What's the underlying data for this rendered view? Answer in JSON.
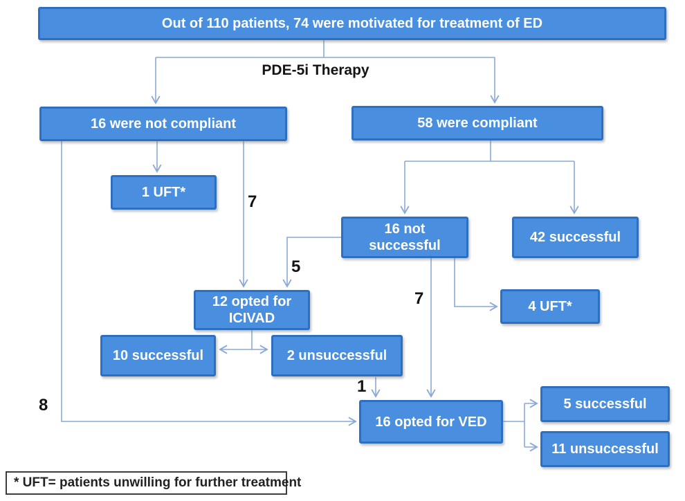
{
  "nodes": {
    "root": {
      "label": "Out of 110 patients, 74 were motivated for treatment of ED"
    },
    "therapy": {
      "label": "PDE-5i Therapy"
    },
    "not_compliant": {
      "label": "16 were not compliant"
    },
    "compliant": {
      "label": "58 were compliant"
    },
    "uft_1": {
      "label": "1 UFT*"
    },
    "not_successful_16": {
      "label": "16 not successful"
    },
    "successful_42": {
      "label": "42 successful"
    },
    "uft_4": {
      "label": "4 UFT*"
    },
    "icivad": {
      "label": "12 opted for ICIVAD"
    },
    "successful_10": {
      "label": "10 successful"
    },
    "unsuccessful_2": {
      "label": "2 unsuccessful"
    },
    "ved": {
      "label": "16 opted for VED"
    },
    "successful_5": {
      "label": "5 successful"
    },
    "unsuccessful_11": {
      "label": "11 unsuccessful"
    }
  },
  "edge_labels": {
    "not_compliant_to_icivad": "7",
    "not_successful_to_icivad": "5",
    "not_successful_to_ved": "7",
    "unsuccessful_2_to_ved": "1",
    "not_compliant_to_ved": "8"
  },
  "footnote": "* UFT= patients unwilling for further treatment",
  "colors": {
    "box_fill": "#4a8ee0",
    "box_border": "#2d6fc0",
    "connector": "#8aa8d8",
    "box_text": "#ffffff",
    "label_text": "#141414"
  }
}
